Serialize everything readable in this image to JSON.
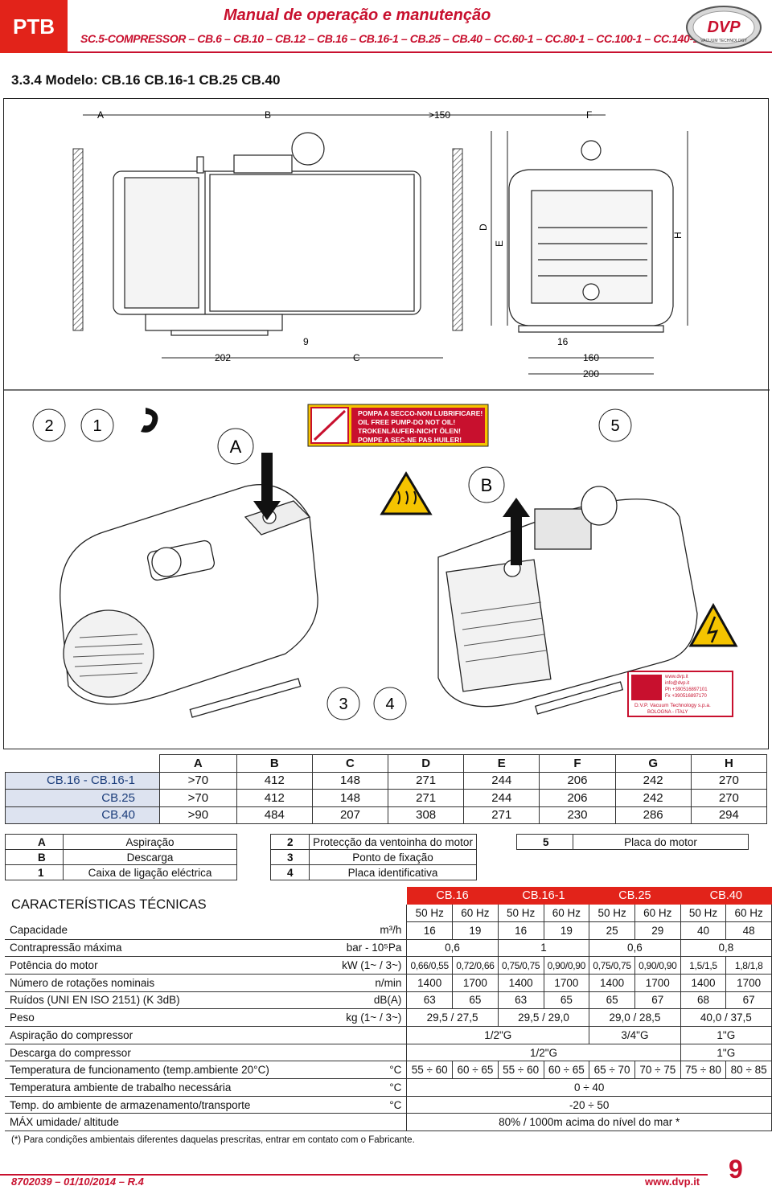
{
  "header": {
    "brand": "PTB",
    "title": "Manual de operação e manutenção",
    "subtitle": "SC.5-COMPRESSOR – CB.6 – CB.10 – CB.12 – CB.16 – CB.16-1 – CB.25 – CB.40 – CC.60-1 – CC.80-1 – CC.100-1 – CC.140-1",
    "logo_text": "DVP",
    "logo_sub": "VACUUM TECHNOLOGY"
  },
  "section_title": "3.3.4    Modelo:  CB.16  CB.16-1  CB.25  CB.40",
  "drawing": {
    "dim_labels": [
      "A",
      "B",
      ">150",
      "F",
      "D",
      "E",
      "H",
      "9",
      "16",
      "202",
      "C",
      "160",
      "200"
    ],
    "callouts": [
      "2",
      "1",
      "A",
      "5",
      "B",
      "3",
      "4"
    ],
    "warning_sign": [
      "POMPA A SECCO-NON LUBRIFICARE!",
      "OIL FREE PUMP-DO NOT OIL!",
      "TROKENLÄUFER-NICHT ÖLEN!",
      "POMPE A SEC-NE PAS HUILER!"
    ],
    "nameplate": [
      "www.dvp.it",
      "info@dvp.it",
      "Ph +390516897101",
      "Fx +390516897170",
      "D.V.P. Vacuum Technology s.p.a.",
      "BOLOGNA - ITALY"
    ]
  },
  "dimensions": {
    "headers": [
      "A",
      "B",
      "C",
      "D",
      "E",
      "F",
      "G",
      "H"
    ],
    "rows": [
      {
        "model": "CB.16  -  CB.16-1",
        "values": [
          ">70",
          "412",
          "148",
          "271",
          "244",
          "206",
          "242",
          "270"
        ]
      },
      {
        "model": "CB.25",
        "values": [
          ">70",
          "412",
          "148",
          "271",
          "244",
          "206",
          "242",
          "270"
        ]
      },
      {
        "model": "CB.40",
        "values": [
          ">90",
          "484",
          "207",
          "308",
          "271",
          "230",
          "286",
          "294"
        ]
      }
    ]
  },
  "legend": {
    "col1": [
      {
        "k": "A",
        "v": "Aspiração"
      },
      {
        "k": "B",
        "v": "Descarga"
      },
      {
        "k": "1",
        "v": "Caixa de ligação eléctrica"
      }
    ],
    "col2": [
      {
        "k": "2",
        "v": "Protecção da ventoinha do motor"
      },
      {
        "k": "3",
        "v": "Ponto de fixação"
      },
      {
        "k": "4",
        "v": "Placa identificativa"
      }
    ],
    "col3": [
      {
        "k": "5",
        "v": "Placa do motor"
      }
    ]
  },
  "tech": {
    "title": "CARACTERÍSTICAS TÉCNICAS",
    "models": [
      "CB.16",
      "CB.16-1",
      "CB.25",
      "CB.40"
    ],
    "hz": [
      "50 Hz",
      "60 Hz",
      "50 Hz",
      "60 Hz",
      "50 Hz",
      "60 Hz",
      "50 Hz",
      "60 Hz"
    ],
    "rows": [
      {
        "label": "Capacidade",
        "unit": "m³/h",
        "values": [
          "16",
          "19",
          "16",
          "19",
          "25",
          "29",
          "40",
          "48"
        ]
      },
      {
        "label": "Contrapressão máxima",
        "unit": "bar - 10⁵Pa",
        "values": [
          "0,6",
          "1",
          "0,6",
          "0,8"
        ]
      },
      {
        "label": "Potência do motor",
        "unit": "kW (1~ / 3~)",
        "values": [
          "0,66/0,55",
          "0,72/0,66",
          "0,75/0,75",
          "0,90/0,90",
          "0,75/0,75",
          "0,90/0,90",
          "1,5/1,5",
          "1,8/1,8"
        ]
      },
      {
        "label": "Número de rotações nominais",
        "unit": "n/min",
        "values": [
          "1400",
          "1700",
          "1400",
          "1700",
          "1400",
          "1700",
          "1400",
          "1700"
        ]
      },
      {
        "label": "Ruídos  (UNI EN ISO 2151) (K 3dB)",
        "unit": "dB(A)",
        "values": [
          "63",
          "65",
          "63",
          "65",
          "65",
          "67",
          "68",
          "67"
        ]
      },
      {
        "label": "Peso",
        "unit": "kg (1~ / 3~)",
        "values": [
          "29,5  /  27,5",
          "29,5  /  29,0",
          "29,0  /  28,5",
          "40,0  /  37,5"
        ]
      },
      {
        "label": "Aspiração do compressor",
        "unit": "",
        "values": [
          "1/2\"G",
          "3/4\"G",
          "1\"G"
        ]
      },
      {
        "label": "Descarga do compressor",
        "unit": "",
        "values": [
          "1/2\"G",
          "1\"G"
        ]
      },
      {
        "label": "Temperatura de funcionamento (temp.ambiente 20°C)",
        "unit": "°C",
        "values": [
          "55 ÷ 60",
          "60 ÷ 65",
          "55 ÷ 60",
          "60 ÷ 65",
          "65 ÷ 70",
          "70 ÷ 75",
          "75 ÷ 80",
          "80 ÷ 85"
        ]
      },
      {
        "label": "Temperatura ambiente de trabalho necessária",
        "unit": "°C",
        "values": [
          "0 ÷ 40"
        ]
      },
      {
        "label": "Temp. do ambiente de armazenamento/transporte",
        "unit": "°C",
        "values": [
          "-20 ÷ 50"
        ]
      },
      {
        "label": "MÁX  umidade/ altitude",
        "unit": "",
        "values": [
          "80% / 1000m acima do nível do mar  *"
        ]
      }
    ]
  },
  "note": "(*) Para condições ambientais diferentes daquelas prescritas, entrar em contato com o Fabricante.",
  "footer": {
    "left": "8702039 – 01/10/2014 – R.4",
    "right": "www.dvp.it",
    "page": "9"
  }
}
